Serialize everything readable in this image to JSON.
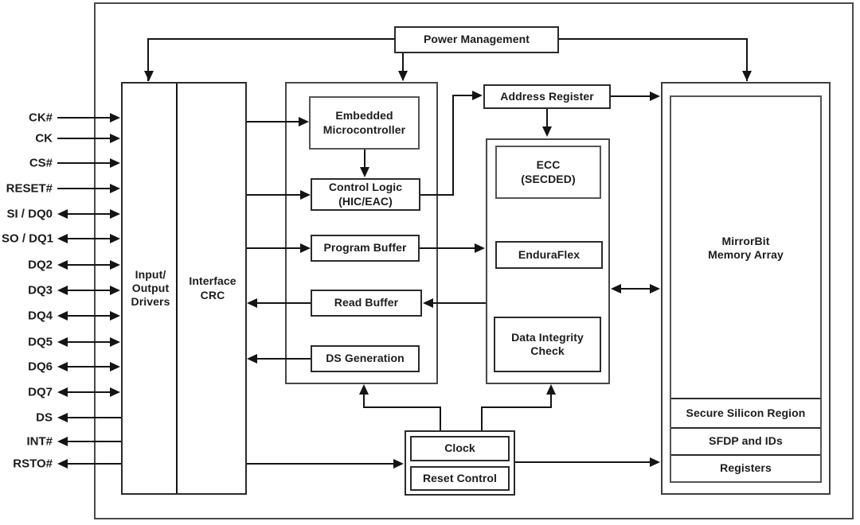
{
  "diagram": {
    "kind": "flash-memory-block-diagram",
    "blocks": {
      "power_management": "Power Management",
      "io_drivers": "Input/\nOutput\nDrivers",
      "interface_crc": "Interface\nCRC",
      "embedded_microcontroller": "Embedded\nMicrocontroller",
      "control_logic": "Control Logic\n(HIC/EAC)",
      "program_buffer": "Program Buffer",
      "read_buffer": "Read Buffer",
      "ds_generation": "DS Generation",
      "address_register": "Address Register",
      "ecc": "ECC\n(SECDED)",
      "enduraflex": "EnduraFlex",
      "data_integrity_check": "Data Integrity\nCheck",
      "mirrorbit_memory_array": "MirrorBit\nMemory Array",
      "secure_silicon_region": "Secure Silicon Region",
      "sfdp_and_ids": "SFDP and IDs",
      "registers": "Registers",
      "clock": "Clock",
      "reset_control": "Reset Control"
    },
    "signals": [
      {
        "label": "CK#",
        "dir": "in"
      },
      {
        "label": "CK",
        "dir": "in"
      },
      {
        "label": "CS#",
        "dir": "in"
      },
      {
        "label": "RESET#",
        "dir": "in"
      },
      {
        "label": "SI / DQ0",
        "dir": "bidir"
      },
      {
        "label": "SO / DQ1",
        "dir": "bidir"
      },
      {
        "label": "DQ2",
        "dir": "bidir"
      },
      {
        "label": "DQ3",
        "dir": "bidir"
      },
      {
        "label": "DQ4",
        "dir": "bidir"
      },
      {
        "label": "DQ5",
        "dir": "bidir"
      },
      {
        "label": "DQ6",
        "dir": "bidir"
      },
      {
        "label": "DQ7",
        "dir": "bidir"
      },
      {
        "label": "DS",
        "dir": "out"
      },
      {
        "label": "INT#",
        "dir": "out"
      },
      {
        "label": "RSTO#",
        "dir": "out"
      }
    ],
    "colors": {
      "line": "#141414",
      "border": "#2b2b2b",
      "background": "#ffffff",
      "text": "#1c1c1c"
    }
  }
}
